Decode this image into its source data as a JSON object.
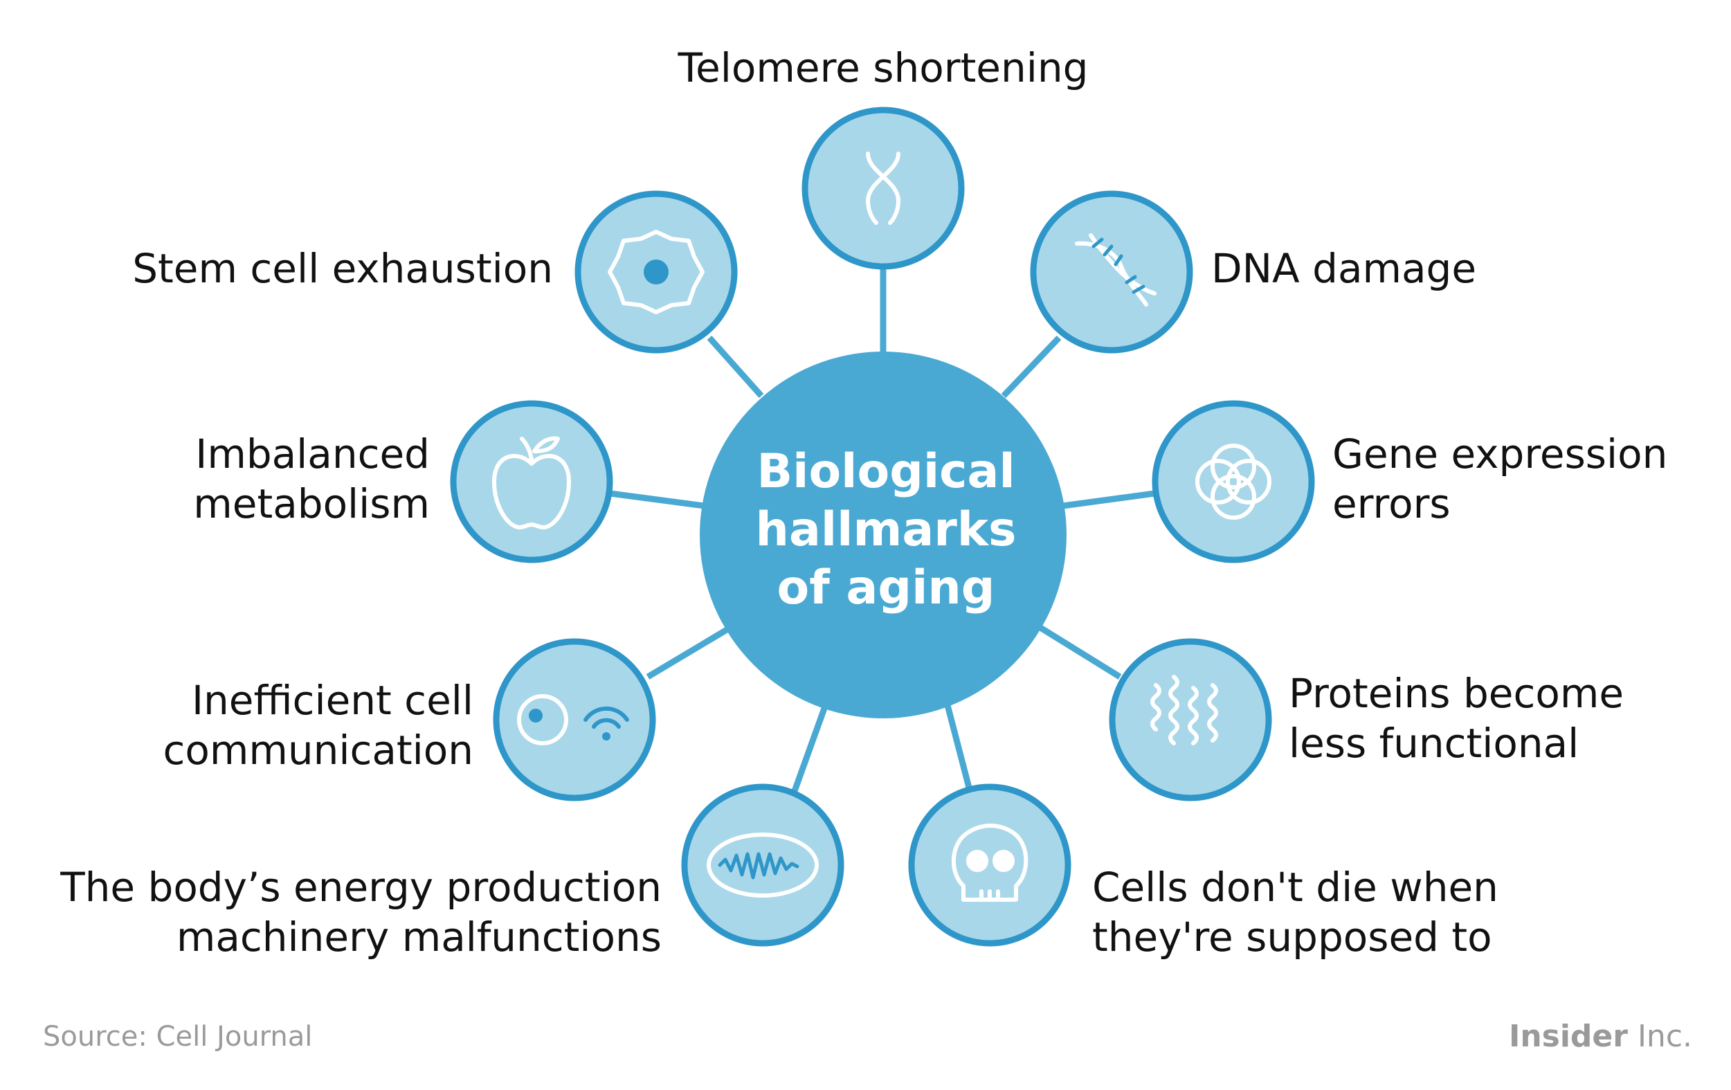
{
  "center": {
    "lines": [
      "Biological",
      "hallmarks",
      "of aging"
    ]
  },
  "colors": {
    "center_fill": "#4aa9d3",
    "node_fill": "#a9d7ea",
    "node_ring": "#2e96c8",
    "icon_line": "#ffffff",
    "icon_blue": "#2e96c8",
    "label_text": "#111111",
    "footer_text": "#9a9a9a"
  },
  "hallmarks": [
    {
      "id": "telomere",
      "icon": "chromosome-icon",
      "lines": [
        "Telomere shortening"
      ]
    },
    {
      "id": "dna",
      "icon": "dna-helix-icon",
      "lines": [
        "DNA damage"
      ]
    },
    {
      "id": "gene",
      "icon": "overlapping-circles-icon",
      "lines": [
        "Gene expression",
        "errors"
      ]
    },
    {
      "id": "proteins",
      "icon": "wavy-lines-icon",
      "lines": [
        "Proteins become",
        "less functional"
      ]
    },
    {
      "id": "cells",
      "icon": "skull-icon",
      "lines": [
        "Cells don't die when",
        "they're supposed to"
      ]
    },
    {
      "id": "energy",
      "icon": "mitochondria-icon",
      "lines": [
        "The body’s energy production",
        "machinery malfunctions"
      ]
    },
    {
      "id": "communication",
      "icon": "cell-signal-icon",
      "lines": [
        "Inefficient cell",
        "communication"
      ]
    },
    {
      "id": "metabolism",
      "icon": "apple-icon",
      "lines": [
        "Imbalanced",
        "metabolism"
      ]
    },
    {
      "id": "stemcell",
      "icon": "stem-cell-icon",
      "lines": [
        "Stem cell exhaustion"
      ]
    }
  ],
  "footer": {
    "source": "Source: Cell Journal",
    "brand_bold": "Insider",
    "brand_light": " Inc."
  }
}
